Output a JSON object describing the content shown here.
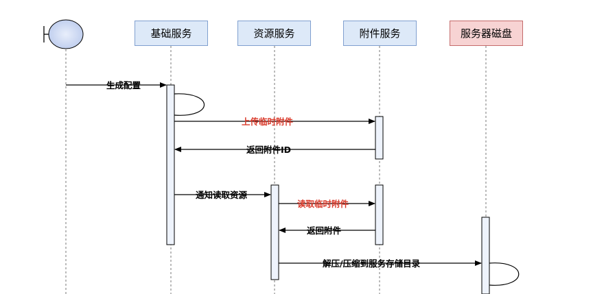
{
  "participants": [
    {
      "id": "basic",
      "label": "基础服务"
    },
    {
      "id": "resource",
      "label": "资源服务"
    },
    {
      "id": "attachment",
      "label": "附件服务"
    },
    {
      "id": "disk",
      "label": "服务器磁盘"
    }
  ],
  "messages": [
    {
      "id": "generate-config",
      "label": "生成配置",
      "color": "#000000"
    },
    {
      "id": "upload-temp-attachment",
      "label": "上传临时附件",
      "color": "#d93a2b"
    },
    {
      "id": "return-attachment-id",
      "label": "返回附件ID",
      "color": "#000000"
    },
    {
      "id": "notify-read-resource",
      "label": "通知读取资源",
      "color": "#000000"
    },
    {
      "id": "read-temp-attachment",
      "label": "读取临时附件",
      "color": "#d93a2b"
    },
    {
      "id": "return-attachment",
      "label": "返回附件",
      "color": "#000000"
    },
    {
      "id": "extract-to-storage",
      "label": "解压/压缩到服务存储目录",
      "color": "#000000"
    }
  ],
  "colors": {
    "participant_fill": "#dde9f8",
    "disk_fill": "#f7d3d3",
    "highlight": "#d93a2b"
  }
}
